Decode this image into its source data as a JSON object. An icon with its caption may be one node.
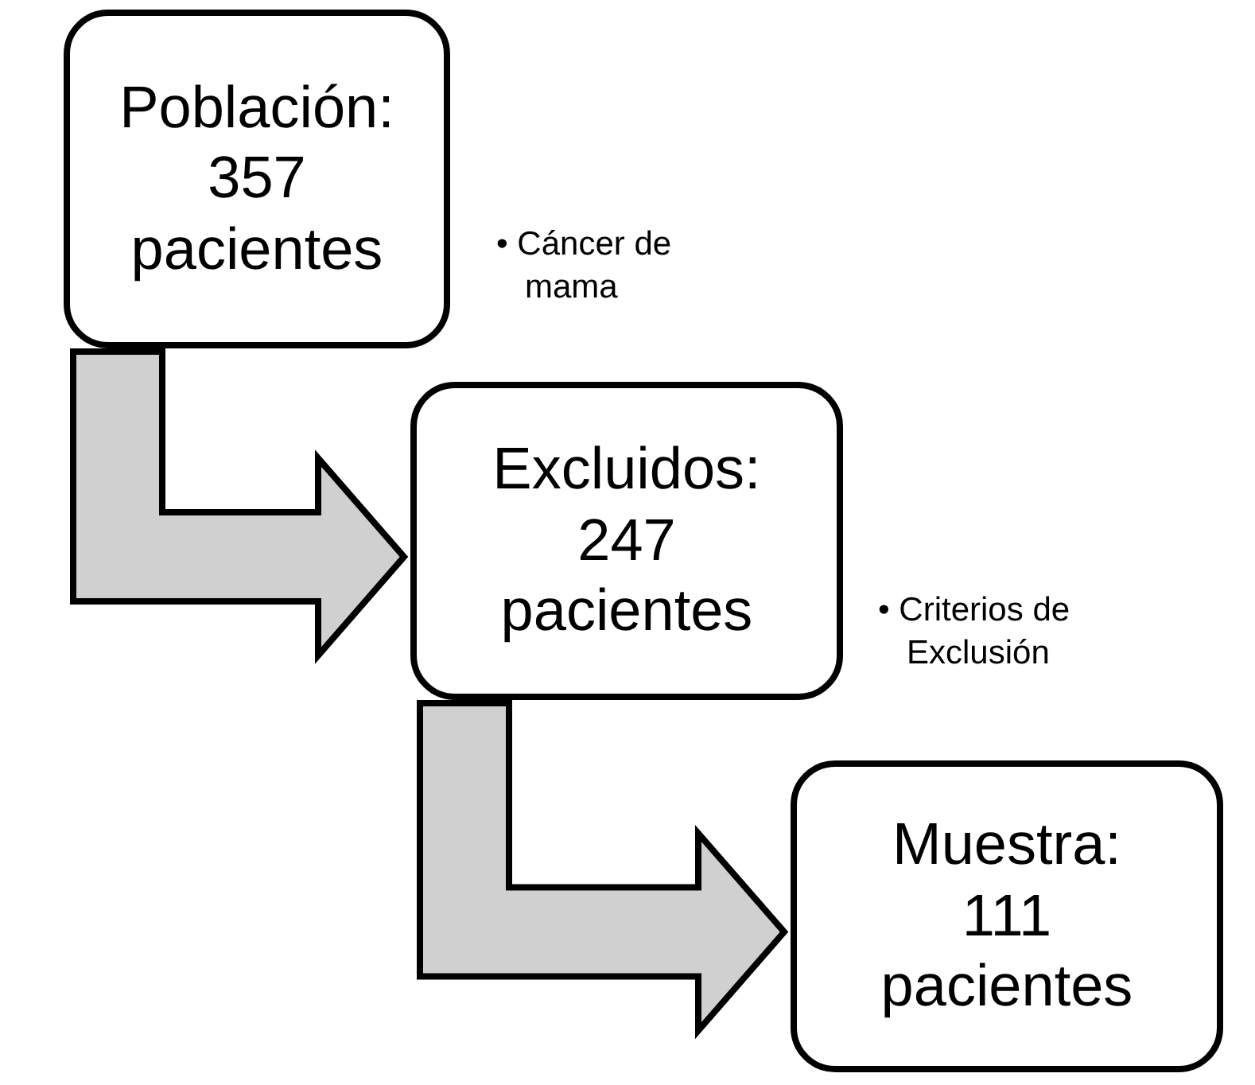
{
  "diagram": {
    "nodes": [
      {
        "text": [
          "Población: 357 pacientes"
        ],
        "beside": [
          "• Cáncer de mama"
        ]
      },
      {
        "text": [
          "Excluidos: 247 pacientes"
        ],
        "beside": [
          "• Criterios de Exclusión"
        ]
      },
      {
        "text": [
          "Muestra: 111 pacientes"
        ]
      }
    ],
    "edges": [
      {
        "from": 0,
        "to": 1,
        "arrow": "to"
      },
      {
        "from": 1,
        "to": 2,
        "arrow": "to"
      }
    ]
  }
}
